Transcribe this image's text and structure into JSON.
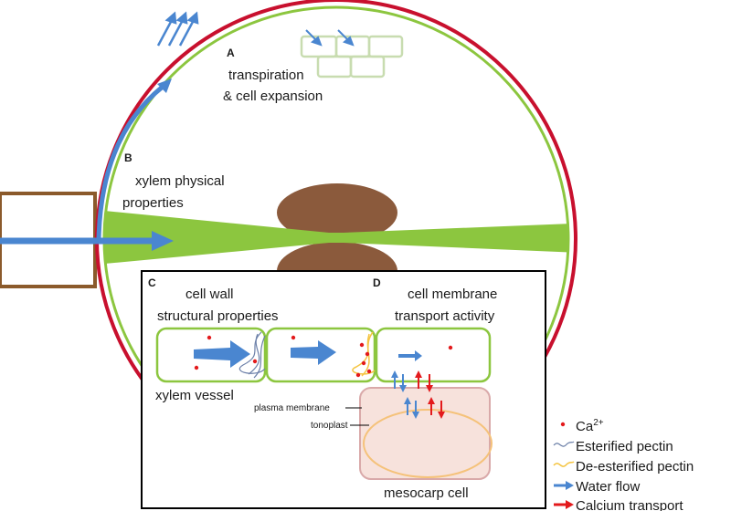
{
  "labels": {
    "a": "A",
    "b": "B",
    "c": "C",
    "d": "D",
    "transpiration_line1": "transpiration",
    "transpiration_line2": "& cell expansion",
    "xylem_line1": "xylem physical",
    "xylem_line2": "properties",
    "cellwall_line1": "cell wall",
    "cellwall_line2": "structural properties",
    "membrane_line1": "cell membrane",
    "membrane_line2": "transport activity",
    "xylem_vessel": "xylem vessel",
    "plasma_membrane": "plasma membrane",
    "tonoplast": "tonoplast",
    "mesocarp_cell": "mesocarp cell"
  },
  "legend": {
    "ca": "Ca",
    "ca_superscript": "2+",
    "esterified": "Esterified pectin",
    "deesterified": "De-esterified pectin",
    "water": "Water flow",
    "calcium": "Calcium transport"
  },
  "colors": {
    "fruit_outline": "#c8102e",
    "fruit_inner": "#8cc63f",
    "vascular": "#8cc63f",
    "pedicel": "#8b5a2b",
    "seed": "#8b5a3c",
    "water_arrow": "#4a86d0",
    "calcium_arrow": "#e31a1c",
    "calcium_dot": "#e31a1c",
    "cell_outline": "#8cc63f",
    "surface_cells": "#c8dcb0",
    "mesocarp_fill": "#f7e2dc",
    "mesocarp_outline": "#d9a9a9",
    "tonoplast": "#f5c27a",
    "esterified_pectin": "#6b7fa8",
    "deesterified_pectin": "#f5c542"
  }
}
